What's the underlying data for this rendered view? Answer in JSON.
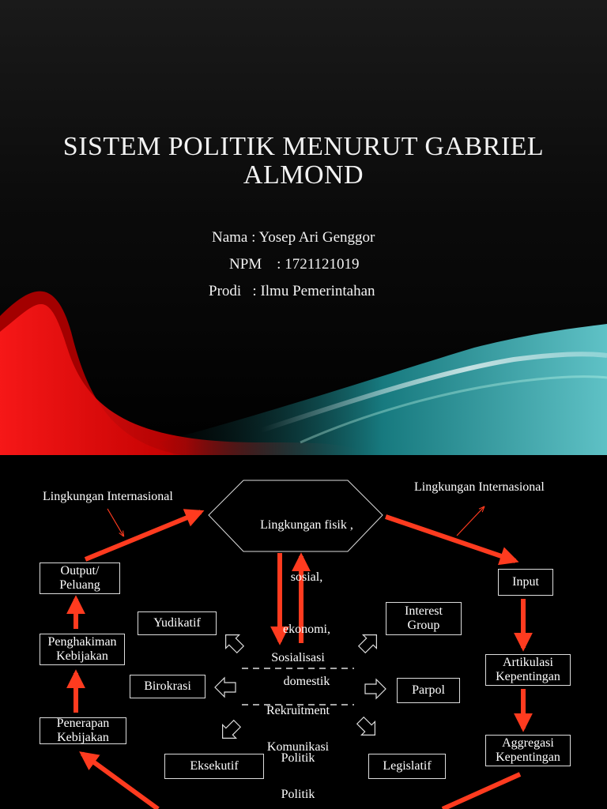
{
  "slide1": {
    "title_line1": "SISTEM POLITIK MENURUT GABRIEL",
    "title_line2": "ALMOND",
    "info": {
      "nama": "Nama : Yosep Ari Genggor",
      "npm": "NPM    : 1721121019",
      "prodi": "Prodi   : Ilmu Pemerintahan"
    }
  },
  "slide2": {
    "environment_left": "Lingkungan Internasional",
    "environment_right": "Lingkungan Internasional",
    "hexagon": [
      "Lingkungan fisik ,",
      "sosial,",
      "ekonomi,",
      "domestik"
    ],
    "output": [
      "Output/",
      "Peluang"
    ],
    "penghakiman": [
      "Penghakiman",
      "Kebijakan"
    ],
    "penerapan": [
      "Penerapan",
      "Kebijakan"
    ],
    "input": "Input",
    "artikulasi": [
      "Artikulasi",
      "Kepentingan"
    ],
    "aggregasi": [
      "Aggregasi",
      "Kepentingan"
    ],
    "yudikatif": "Yudikatif",
    "birokrasi": "Birokrasi",
    "eksekutif": "Eksekutif",
    "interest_group": [
      "Interest",
      "Group"
    ],
    "parpol": "Parpol",
    "legislatif": "Legislatif",
    "center": {
      "sosialisasi": "Sosialisasi",
      "rekruitment": [
        "Rekruitment",
        "Politik"
      ],
      "komunikasi": [
        "Komunikasi",
        "Politik"
      ]
    },
    "colors": {
      "arrow": "#ff3b1f",
      "box_border": "#dddddd",
      "text": "#ffffff"
    }
  }
}
